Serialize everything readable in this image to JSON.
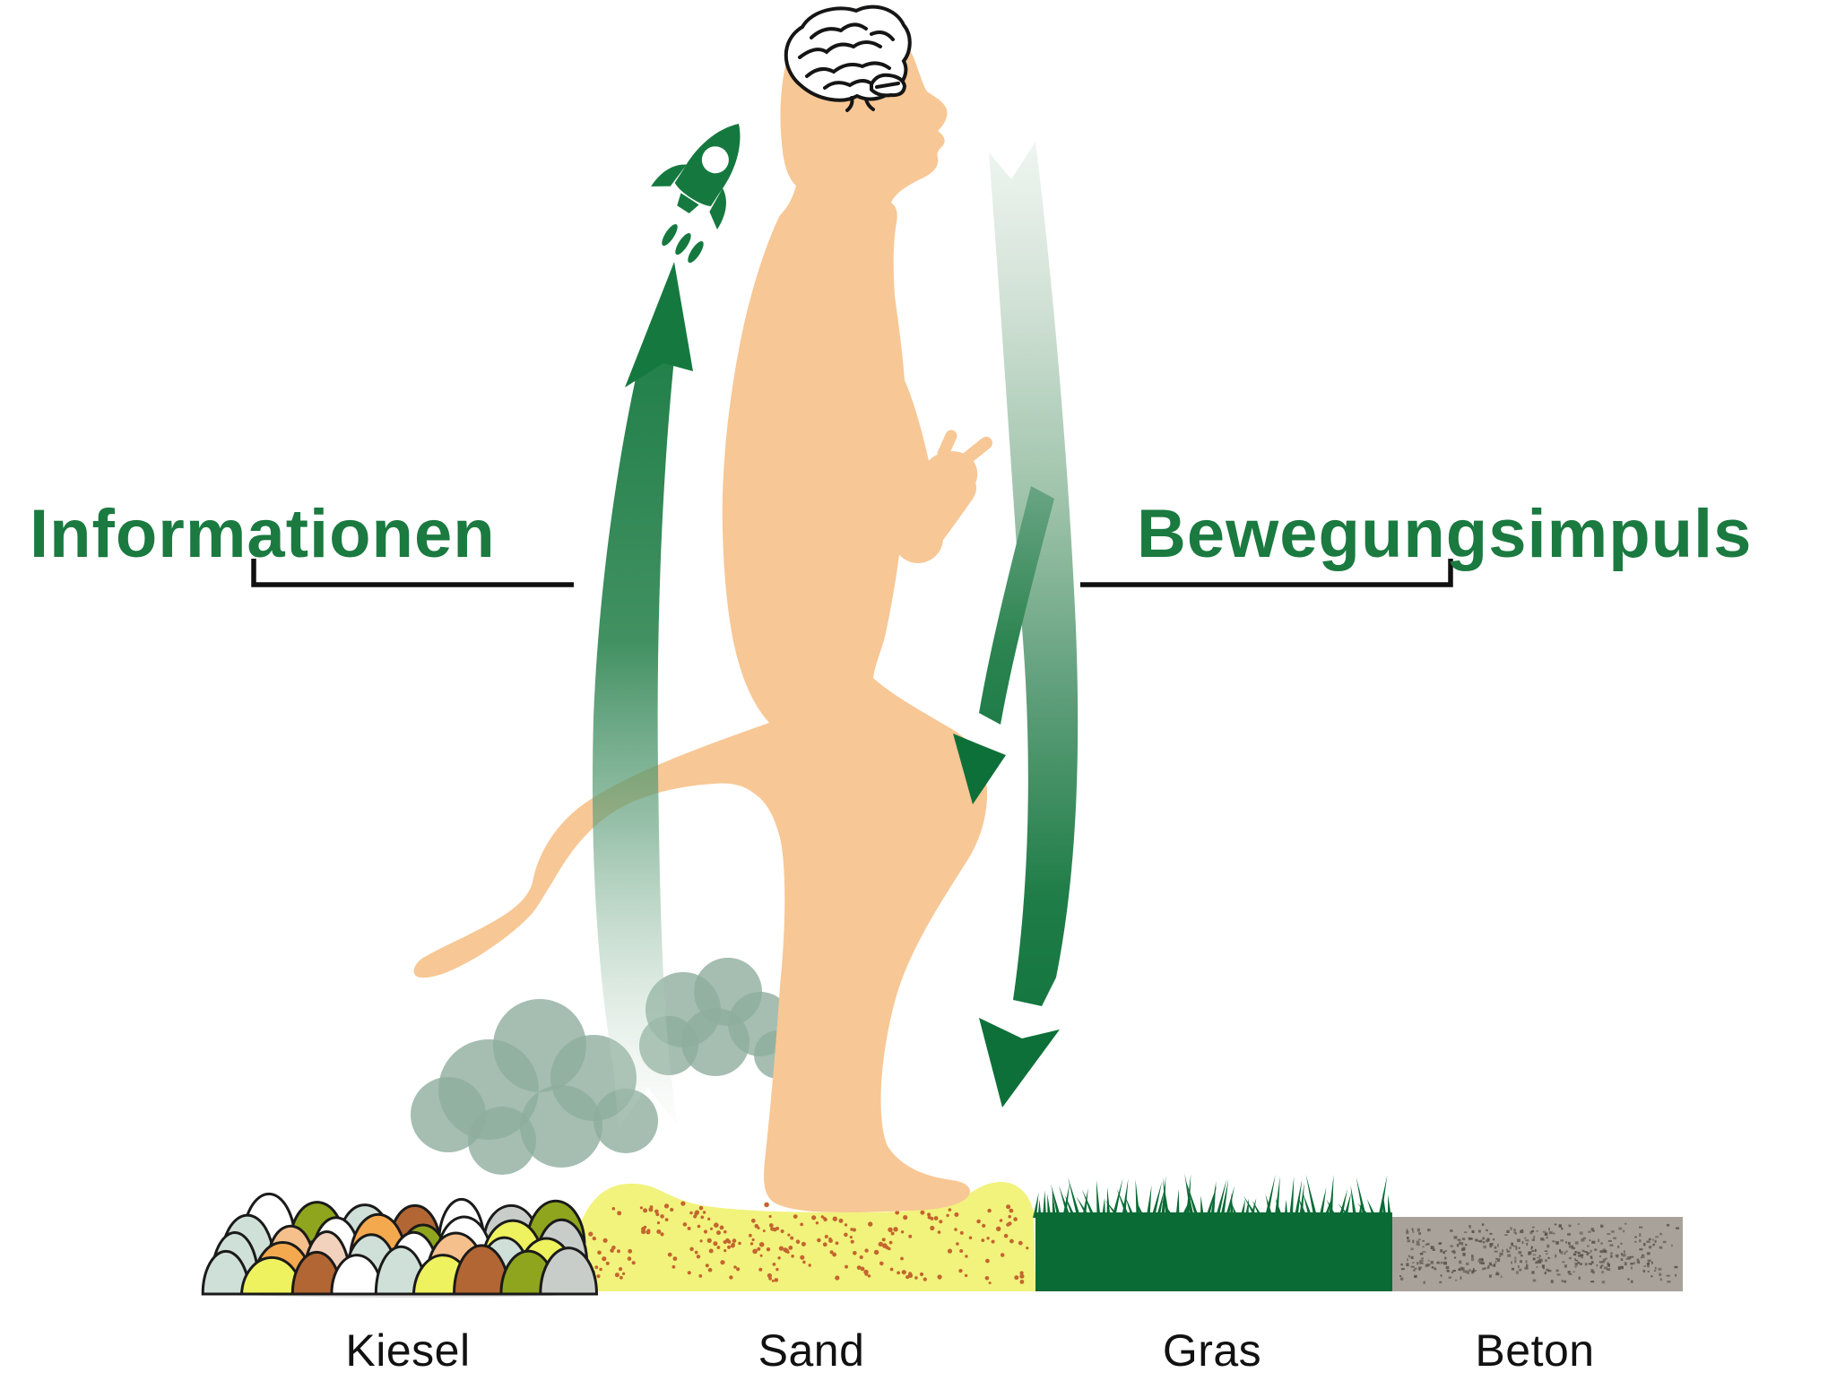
{
  "figure": {
    "left_label": "Informationen",
    "right_label": "Bewegungsimpuls"
  },
  "ground": {
    "sections": [
      {
        "id": "kiesel",
        "label": "Kiesel"
      },
      {
        "id": "sand",
        "label": "Sand"
      },
      {
        "id": "gras",
        "label": "Gras"
      },
      {
        "id": "beton",
        "label": "Beton"
      }
    ]
  },
  "icons": [
    {
      "name": "brain-icon"
    },
    {
      "name": "rocket-icon"
    },
    {
      "name": "information-up-arrow"
    },
    {
      "name": "impulse-down-arrow"
    },
    {
      "name": "dust-cloud-icon"
    }
  ],
  "colors": {
    "accent_green": "#1a7a40",
    "arrow_green": "#15793f",
    "arrow_dark": "#0e7039",
    "grass_green": "#0a6b35",
    "skin": "#f7c795",
    "sand_fill": "#f1f37c",
    "sand_dot": "#c4652f",
    "cloud": "#8fae9d",
    "concrete": "#a9a29a",
    "concrete_dot": "#59534d",
    "label_text": "#111111",
    "bracket": "#101010",
    "pebble_outline": "#1a1a1a",
    "pebble_palette": [
      "#c9cdc9",
      "#eef25e",
      "#8fa51e",
      "#f5a94e",
      "#4c4c4a",
      "#f5c08c",
      "#cfe0a8",
      "#ffffff",
      "#b26633",
      "#f2d2bc",
      "#cfe0d8",
      "#e8f2c4"
    ]
  }
}
